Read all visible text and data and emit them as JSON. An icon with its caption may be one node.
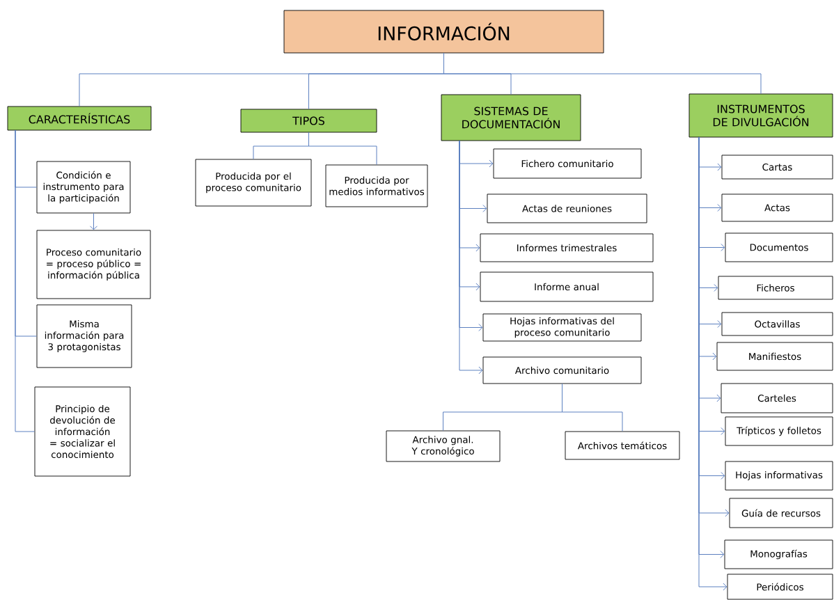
{
  "diagram": {
    "nodes": [
      {
        "text": [
          "INFORMACIÓN"
        ]
      },
      {
        "text": [
          "CARACTERÍSTICAS"
        ]
      },
      {
        "text": [
          "TIPOS"
        ]
      },
      {
        "text": [
          "SISTEMAS DE DOCUMENTACIÓN"
        ]
      },
      {
        "text": [
          "INSTRUMENTOS DE DIVULGACIÓN"
        ]
      },
      {
        "text": [
          "Condición e instrumento para la participación"
        ]
      },
      {
        "text": [
          "Proceso comunitario = proceso público = información pública"
        ]
      },
      {
        "text": [
          "Misma información para 3 protagonistas"
        ]
      },
      {
        "text": [
          "Principio de devolución de información = socializar el conocimiento"
        ]
      },
      {
        "text": [
          "Producida por el proceso comunitario"
        ]
      },
      {
        "text": [
          "Producida por medios informativos"
        ]
      },
      {
        "text": [
          "Fichero comunitario"
        ]
      },
      {
        "text": [
          "Actas de reuniones"
        ]
      },
      {
        "text": [
          "Informes trimestrales"
        ]
      },
      {
        "text": [
          "Informe anual"
        ]
      },
      {
        "text": [
          "Hojas informativas del proceso comunitario"
        ]
      },
      {
        "text": [
          "Archivo comunitario"
        ]
      },
      {
        "text": [
          "Archivo gnal. Y cronológico"
        ]
      },
      {
        "text": [
          "Archivos temáticos"
        ]
      },
      {
        "text": [
          "Cartas"
        ]
      },
      {
        "text": [
          "Actas"
        ]
      },
      {
        "text": [
          "Documentos"
        ]
      },
      {
        "text": [
          "Ficheros"
        ]
      },
      {
        "text": [
          "Octavillas"
        ]
      },
      {
        "text": [
          "Manifiestos"
        ]
      },
      {
        "text": [
          "Carteles"
        ]
      },
      {
        "text": [
          "Trípticos y folletos"
        ]
      },
      {
        "text": [
          "Hojas informativas"
        ]
      },
      {
        "text": [
          "Guía de recursos"
        ]
      },
      {
        "text": [
          "Monografías"
        ]
      },
      {
        "text": [
          "Periódicos"
        ]
      }
    ],
    "edges": [
      {
        "from": 0,
        "to": 1,
        "arrow": "none"
      },
      {
        "from": 0,
        "to": 2,
        "arrow": "none"
      },
      {
        "from": 0,
        "to": 3,
        "arrow": "none"
      },
      {
        "from": 0,
        "to": 4,
        "arrow": "none"
      },
      {
        "from": 1,
        "to": 5,
        "arrow": "none"
      },
      {
        "from": 5,
        "to": 6,
        "arrow": "to"
      },
      {
        "from": 1,
        "to": 7,
        "arrow": "none"
      },
      {
        "from": 1,
        "to": 8,
        "arrow": "none"
      },
      {
        "from": 2,
        "to": 9,
        "arrow": "none"
      },
      {
        "from": 2,
        "to": 10,
        "arrow": "none"
      },
      {
        "from": 3,
        "to": 11,
        "arrow": "to"
      },
      {
        "from": 3,
        "to": 12,
        "arrow": "to"
      },
      {
        "from": 3,
        "to": 13,
        "arrow": "to"
      },
      {
        "from": 3,
        "to": 14,
        "arrow": "to"
      },
      {
        "from": 3,
        "to": 15,
        "arrow": "to"
      },
      {
        "from": 3,
        "to": 16,
        "arrow": "to"
      },
      {
        "from": 16,
        "to": 17,
        "arrow": "none"
      },
      {
        "from": 16,
        "to": 18,
        "arrow": "none"
      },
      {
        "from": 4,
        "to": 19,
        "arrow": "to"
      },
      {
        "from": 4,
        "to": 20,
        "arrow": "to"
      },
      {
        "from": 4,
        "to": 21,
        "arrow": "to"
      },
      {
        "from": 4,
        "to": 22,
        "arrow": "to"
      },
      {
        "from": 4,
        "to": 23,
        "arrow": "to"
      },
      {
        "from": 4,
        "to": 24,
        "arrow": "to"
      },
      {
        "from": 4,
        "to": 25,
        "arrow": "to"
      },
      {
        "from": 4,
        "to": 26,
        "arrow": "to"
      },
      {
        "from": 4,
        "to": 27,
        "arrow": "to"
      },
      {
        "from": 4,
        "to": 28,
        "arrow": "to"
      },
      {
        "from": 4,
        "to": 29,
        "arrow": "to"
      },
      {
        "from": 4,
        "to": 30,
        "arrow": "to"
      }
    ]
  }
}
